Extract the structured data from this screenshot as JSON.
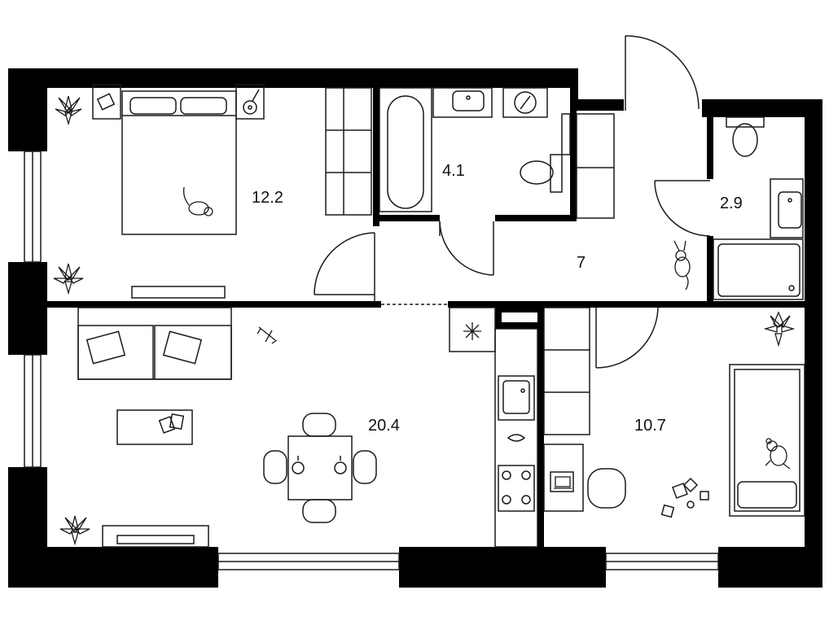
{
  "rooms": [
    {
      "id": "bedroom",
      "area": "12.2"
    },
    {
      "id": "bathroom",
      "area": "4.1"
    },
    {
      "id": "hallway",
      "area": "7"
    },
    {
      "id": "toilet",
      "area": "2.9"
    },
    {
      "id": "living-kitchen",
      "area": "20.4"
    },
    {
      "id": "kids-room",
      "area": "10.7"
    }
  ],
  "colors": {
    "wall": "#000000",
    "line": "#1a1a1a",
    "background": "#ffffff"
  },
  "icons": [
    "plant-icon",
    "cat-icon",
    "teddy-bear-icon",
    "rabbit-icon",
    "airplane-toy-icon",
    "snowflake-icon",
    "laptop-icon",
    "books-icon",
    "record-player-icon"
  ]
}
